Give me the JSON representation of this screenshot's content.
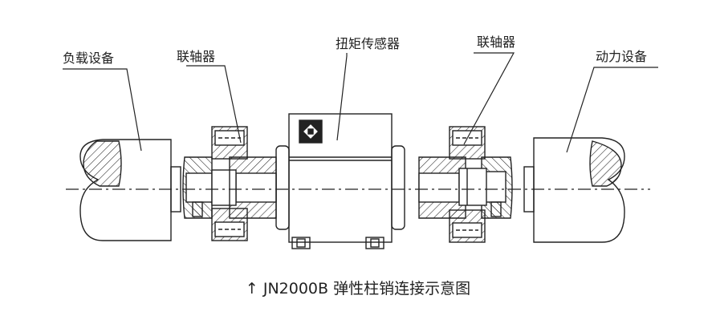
{
  "labels": {
    "load": "负载设备",
    "coupling_left": "联轴器",
    "sensor": "扭矩传感器",
    "coupling_right": "联轴器",
    "power": "动力设备"
  },
  "caption": "↑ JN2000B 弹性柱销连接示意图",
  "colors": {
    "line": "#222222",
    "background": "#ffffff"
  }
}
